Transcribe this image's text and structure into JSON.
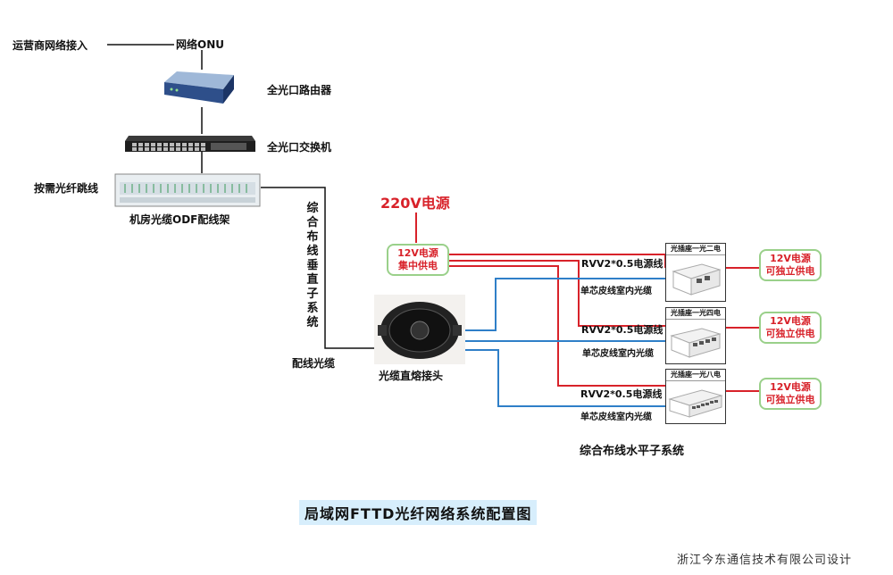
{
  "top": {
    "isp_access": "运营商网络接入",
    "onu": "网络ONU",
    "router": "全光口路由器",
    "switch": "全光口交换机",
    "patch_cord": "按需光纤跳线",
    "odf": "机房光缆ODF配线架"
  },
  "vertical_system": "综合布线垂直子系统",
  "distribution_cable": "配线光缆",
  "power": {
    "main": "220V电源",
    "central_line1": "12V电源",
    "central_line2": "集中供电"
  },
  "splice_closure": "光缆直熔接头",
  "horizontal_system": "综合布线水平子系统",
  "panels": [
    {
      "title": "光插座一光二电",
      "power_cable": "RVV2*0.5电源线",
      "fiber_cable": "单芯皮线室内光缆",
      "indep_line1": "12V电源",
      "indep_line2": "可独立供电"
    },
    {
      "title": "光插座一光四电",
      "power_cable": "RVV2*0.5电源线",
      "fiber_cable": "单芯皮线室内光缆",
      "indep_line1": "12V电源",
      "indep_line2": "可独立供电"
    },
    {
      "title": "光插座一光八电",
      "power_cable": "RVV2*0.5电源线",
      "fiber_cable": "单芯皮线室内光缆",
      "indep_line1": "12V电源",
      "indep_line2": "可独立供电"
    }
  ],
  "diagram_title": "局域网FTTD光纤网络系统配置图",
  "credit": "浙江今东通信技术有限公司设计",
  "colors": {
    "power_wire": "#d8222a",
    "fiber_wire": "#2f7fc8",
    "title_bg": "#d7eefc"
  }
}
